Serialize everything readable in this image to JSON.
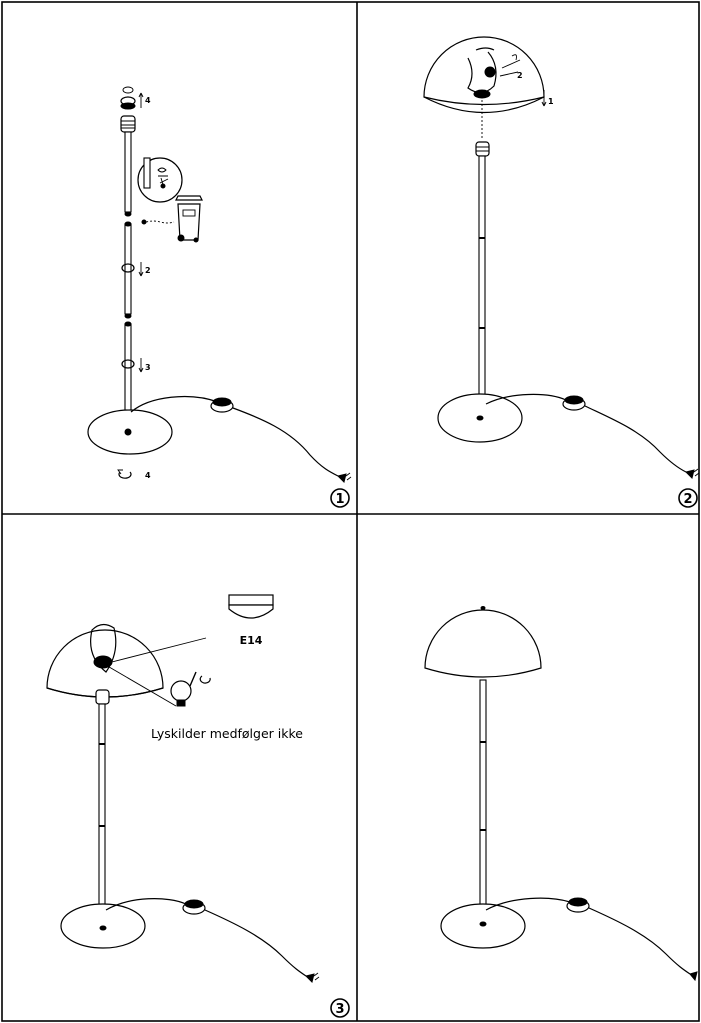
{
  "title": "",
  "panels": [
    {
      "id": "step-1",
      "step_number": "1",
      "callouts": {
        "top_ring": "4",
        "mid_ring": "2",
        "low_ring": "3",
        "base_ring": "4"
      }
    },
    {
      "id": "step-2",
      "step_number": "2",
      "callouts": {
        "shade_down": "1",
        "screw": "2"
      }
    },
    {
      "id": "step-3",
      "step_number": "3",
      "bulb_type": "E14",
      "note": "Lyskilder medfølger ikke"
    },
    {
      "id": "step-4",
      "step_number": ""
    }
  ]
}
